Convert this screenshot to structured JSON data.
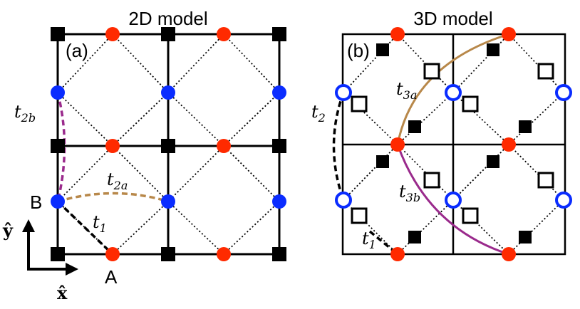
{
  "panel_a": {
    "title": "2D model",
    "label": "(a)",
    "site_a_label": "A",
    "site_b_label": "B",
    "hop_t1": {
      "base": "t",
      "sub": "1"
    },
    "hop_t2a": {
      "base": "t",
      "sub": "2a"
    },
    "hop_t2b": {
      "base": "t",
      "sub": "2b"
    }
  },
  "panel_b": {
    "title": "3D model",
    "label": "(b)",
    "hop_t1": {
      "base": "t",
      "sub": "1"
    },
    "hop_t2": {
      "base": "t",
      "sub": "2"
    },
    "hop_t3a": {
      "base": "t",
      "sub": "3a"
    },
    "hop_t3b": {
      "base": "t",
      "sub": "3b"
    }
  },
  "axes": {
    "x_label": "x̂",
    "y_label": "ŷ"
  },
  "colors": {
    "red_site": "#ff2a00",
    "blue_site": "#0a2cff",
    "t2a_bond": "#b8884a",
    "t2b_bond": "#9a2a8c",
    "t3a_bond": "#b8884a",
    "t3b_bond": "#9a2a8c",
    "black": "#000000"
  }
}
